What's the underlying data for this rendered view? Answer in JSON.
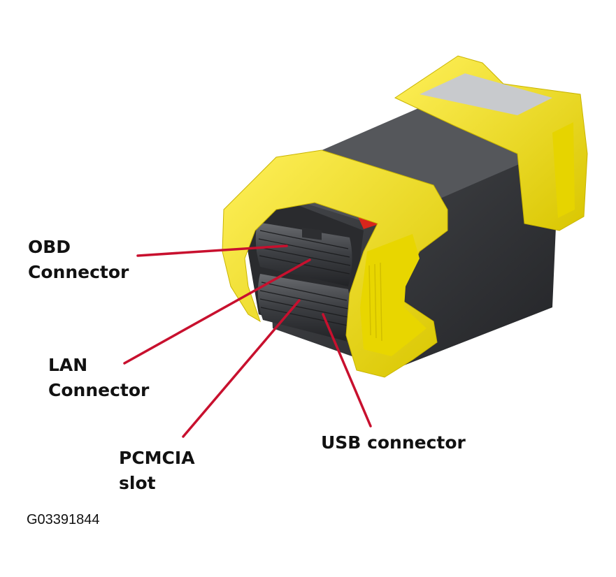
{
  "figure_id": "G03391844",
  "device": {
    "body_color": "#3b3d40",
    "bumper_color": "#f4e21a",
    "badge_color": "#d8261c"
  },
  "callout_line_color": "#c8102e",
  "callouts": {
    "obd": {
      "line1": "OBD",
      "line2": "Connector"
    },
    "lan": {
      "line1": "LAN",
      "line2": "Connector"
    },
    "pcmcia": {
      "line1": "PCMCIA",
      "line2": "slot"
    },
    "usb": {
      "line1": "USB connector"
    }
  }
}
